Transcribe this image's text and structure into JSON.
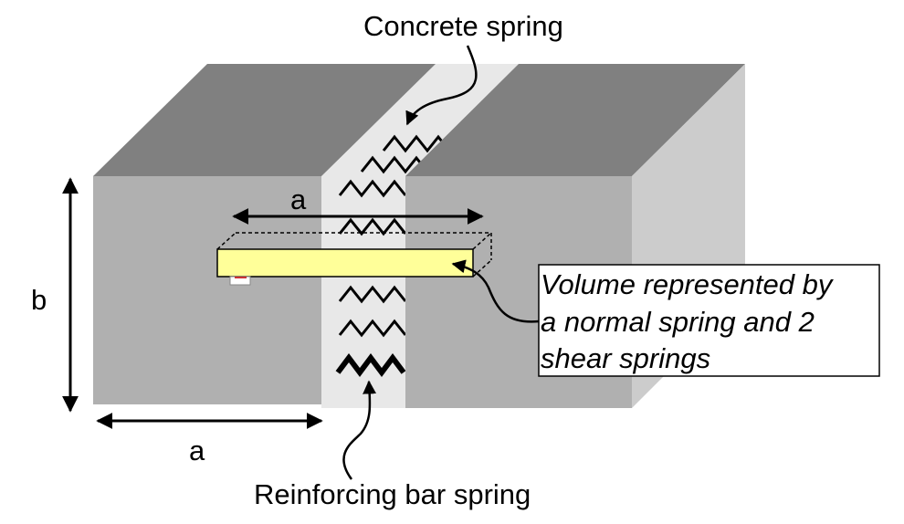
{
  "labels": {
    "concrete_spring": "Concrete spring",
    "dimension_a_top": "a",
    "dimension_b": "b",
    "dimension_a_bottom": "a",
    "reinforcing_bar_spring": "Reinforcing bar spring",
    "volume_line1": "Volume represented by",
    "volume_line2": "a normal spring and 2",
    "volume_line3": "shear springs"
  },
  "colors": {
    "block_front": "#b0b0b0",
    "block_top": "#808080",
    "block_side": "#cccccc",
    "gap": "#e8e8e8",
    "bar": "#ffff99"
  }
}
